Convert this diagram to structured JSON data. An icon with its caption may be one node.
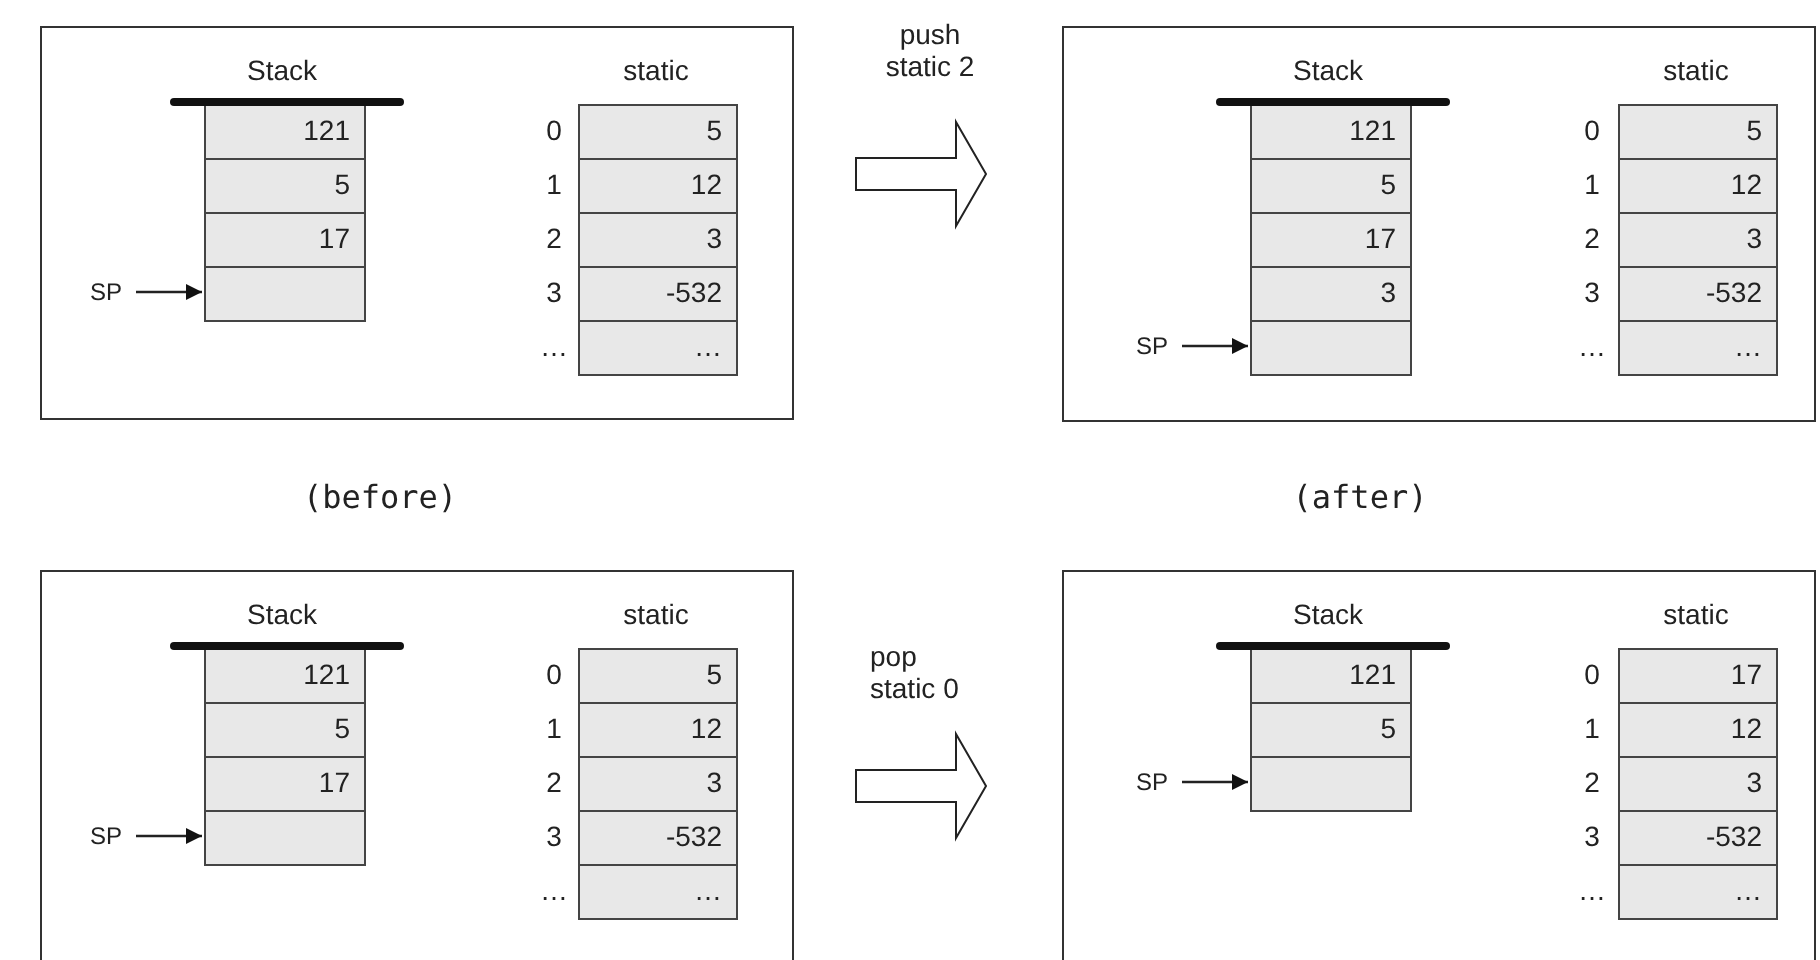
{
  "diagram": {
    "nodes": [
      {
        "text": [],
        "shape": "box"
      },
      {
        "text": [
          "121"
        ],
        "in": 0
      },
      {
        "text": [
          "5"
        ],
        "in": 0
      },
      {
        "text": [
          "17"
        ],
        "in": 0
      },
      {
        "text": [],
        "shape": "box",
        "in": 0
      },
      {
        "text": [
          "SP"
        ],
        "in": 0
      },
      {
        "text": [
          "5"
        ],
        "in": 0
      },
      {
        "text": [
          "12"
        ],
        "in": 0
      },
      {
        "text": [
          "3"
        ],
        "in": 0
      },
      {
        "text": [
          "-532"
        ],
        "in": 0
      },
      {
        "text": [
          "…"
        ],
        "in": 0
      },
      {
        "text": [],
        "shape": "box"
      },
      {
        "text": [
          "121"
        ],
        "in": 11
      },
      {
        "text": [
          "5"
        ],
        "in": 11
      },
      {
        "text": [
          "17"
        ],
        "in": 11
      },
      {
        "text": [
          "3"
        ],
        "in": 11
      },
      {
        "text": [],
        "shape": "box",
        "in": 11
      },
      {
        "text": [
          "SP"
        ],
        "in": 11
      },
      {
        "text": [
          "5"
        ],
        "in": 11
      },
      {
        "text": [
          "12"
        ],
        "in": 11
      },
      {
        "text": [
          "3"
        ],
        "in": 11
      },
      {
        "text": [
          "-532"
        ],
        "in": 11
      },
      {
        "text": [
          "…"
        ],
        "in": 11
      },
      {
        "text": [],
        "shape": "box"
      },
      {
        "text": [
          "121"
        ],
        "in": 23
      },
      {
        "text": [
          "5"
        ],
        "in": 23
      },
      {
        "text": [
          "17"
        ],
        "in": 23
      },
      {
        "text": [],
        "shape": "box",
        "in": 23
      },
      {
        "text": [
          "SP"
        ],
        "in": 23
      },
      {
        "text": [
          "5"
        ],
        "in": 23
      },
      {
        "text": [
          "12"
        ],
        "in": 23
      },
      {
        "text": [
          "3"
        ],
        "in": 23
      },
      {
        "text": [
          "-532"
        ],
        "in": 23
      },
      {
        "text": [
          "…"
        ],
        "in": 23
      },
      {
        "text": [],
        "shape": "box"
      },
      {
        "text": [
          "121"
        ],
        "in": 34
      },
      {
        "text": [
          "5"
        ],
        "in": 34
      },
      {
        "text": [],
        "shape": "box",
        "in": 34
      },
      {
        "text": [
          "SP"
        ],
        "in": 34
      },
      {
        "text": [
          "17"
        ],
        "in": 34
      },
      {
        "text": [
          "12"
        ],
        "in": 34
      },
      {
        "text": [
          "3"
        ],
        "in": 34
      },
      {
        "text": [
          "-532"
        ],
        "in": 34
      },
      {
        "text": [
          "…"
        ],
        "in": 34
      }
    ],
    "edges": [
      {
        "from": 5,
        "to": 4,
        "arrow": "to"
      },
      {
        "from": 0,
        "to": 11,
        "arrow": "to",
        "label": "push static 2",
        "style": "thick"
      },
      {
        "from": 17,
        "to": 16,
        "arrow": "to"
      },
      {
        "from": 28,
        "to": 27,
        "arrow": "to"
      },
      {
        "from": 23,
        "to": 34,
        "arrow": "to",
        "label": "pop static 0",
        "style": "thick"
      },
      {
        "from": 38,
        "to": 37,
        "arrow": "to"
      }
    ],
    "labels": [
      "Stack",
      "static",
      "0",
      "1",
      "2",
      "3",
      "…",
      "Stack",
      "static",
      "0",
      "1",
      "2",
      "3",
      "…",
      "(before)",
      "(after)",
      "Stack",
      "static",
      "0",
      "1",
      "2",
      "3",
      "…",
      "Stack",
      "static",
      "0",
      "1",
      "2",
      "3",
      "…"
    ]
  }
}
